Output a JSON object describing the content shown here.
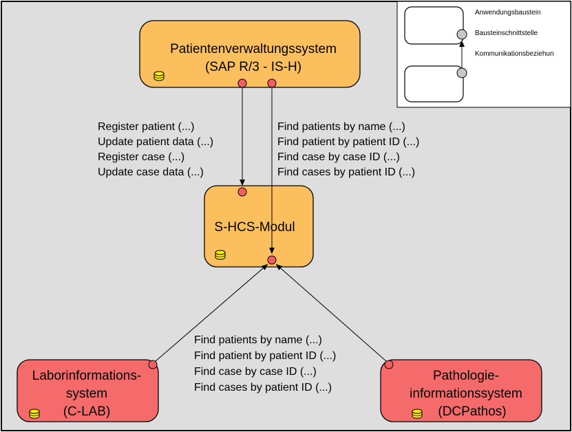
{
  "legend": {
    "component": "Anwendungsbaustein",
    "interface": "Bausteinschnittstelle",
    "communication": "Kommunikationsbeziehun"
  },
  "boxes": {
    "pvs": {
      "line1": "Patientenverwaltungssystem",
      "line2": "(SAP R/3 - IS-H)"
    },
    "shcs": {
      "line1": "S-HCS-Modul"
    },
    "lab": {
      "line1": "Laborinformations-",
      "line2": "system",
      "line3": "(C-LAB)"
    },
    "path": {
      "line1": "Pathologie-",
      "line2": "informationssystem",
      "line3": "(DCPathos)"
    }
  },
  "labels": {
    "pvs_to_shcs": [
      "Register patient (...)",
      "Update patient data (...)",
      "Register case (...)",
      "Update case data (...)"
    ],
    "shcs_provided": [
      "Find patients by name (...)",
      "Find patient by patient ID (...)",
      "Find case by case ID (...)",
      "Find cases by patient ID (...)"
    ],
    "bottom_queries": [
      "Find patients by name (...)",
      "Find patient by patient ID (...)",
      "Find case by case ID (...)",
      "Find cases by patient ID (...)"
    ]
  },
  "colors": {
    "background": "#dedede",
    "orange_box": "#fbbf5e",
    "red_box": "#f56b6b",
    "interface_dot": "#f06060",
    "db_icon": "#ffee00",
    "legend_dot": "#c8c8c8"
  }
}
